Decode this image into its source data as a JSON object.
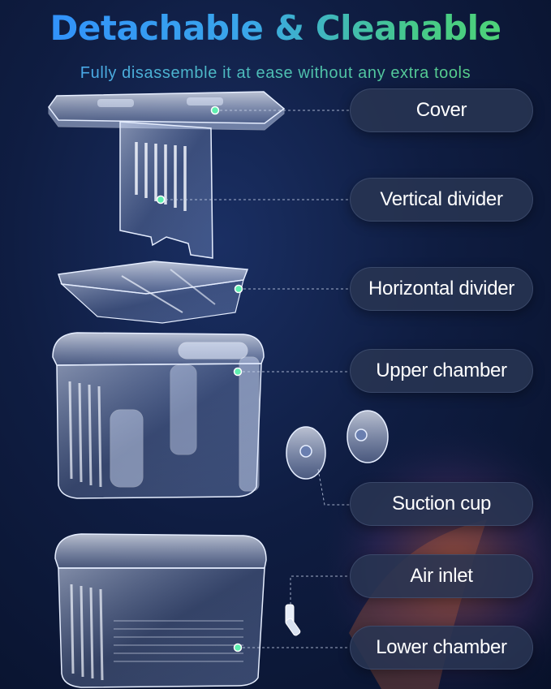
{
  "headline": "Detachable & Cleanable",
  "subline": "Fully disassemble it at ease without any extra tools",
  "labels": {
    "cover": "Cover",
    "vertical_divider": "Vertical divider",
    "horizontal_divider": "Horizontal divider",
    "upper_chamber": "Upper chamber",
    "suction_cup": "Suction cup",
    "air_inlet": "Air inlet",
    "lower_chamber": "Lower chamber"
  },
  "colors": {
    "headline_start": "#2f8dff",
    "headline_end": "#52d66e",
    "marker_dot": "#5ff0b0",
    "pill_background": "#283452",
    "background": "#0f1d42"
  }
}
